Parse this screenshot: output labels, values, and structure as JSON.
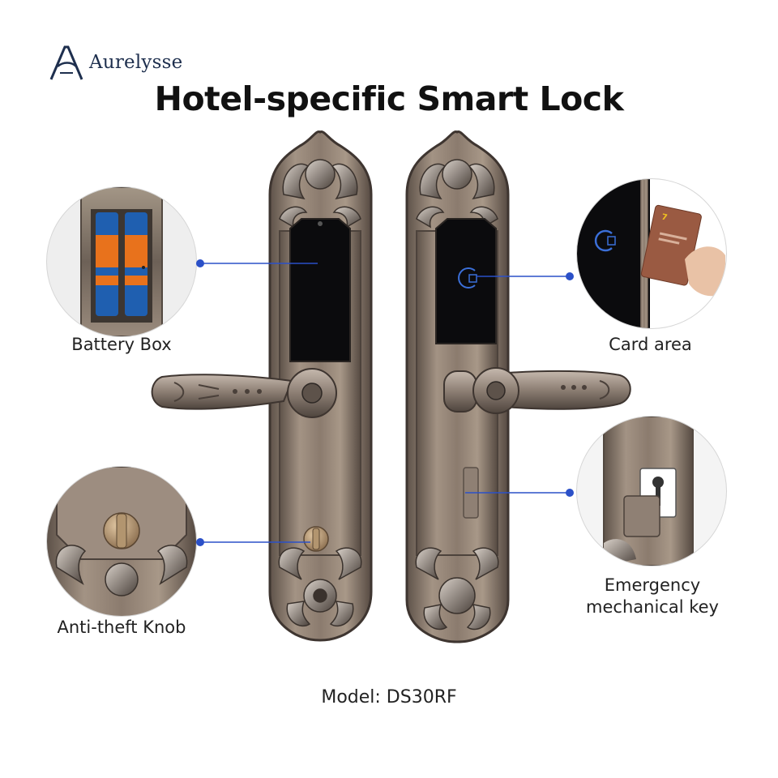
{
  "brand": {
    "name": "Aurelysse",
    "logo_icon": "aurelysse-logo-icon"
  },
  "title": "Hotel-specific Smart Lock",
  "features": {
    "battery_box": "Battery Box",
    "card_area": "Card area",
    "anti_theft_knob": "Anti-theft Knob",
    "emergency_key_line1": "Emergency",
    "emergency_key_line2": "mechanical key"
  },
  "model": "Model: DS30RF",
  "colors": {
    "callout_line": "#2b50c8",
    "brand": "#1e2f4e",
    "lock_bronze": "#8a7a6e",
    "panel_black": "#0b0b0d"
  }
}
